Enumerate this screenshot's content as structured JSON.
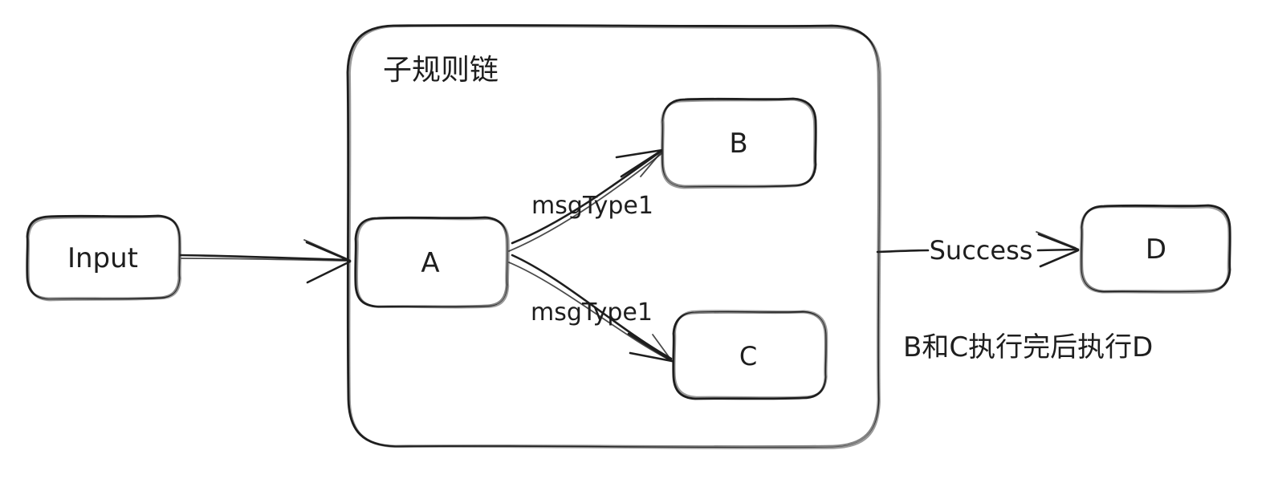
{
  "colors": {
    "stroke": "#1e1e1e",
    "background": "#ffffff"
  },
  "container": {
    "label": "子规则链"
  },
  "nodes": {
    "input": {
      "label": "Input"
    },
    "a": {
      "label": "A"
    },
    "b": {
      "label": "B"
    },
    "c": {
      "label": "C"
    },
    "d": {
      "label": "D"
    }
  },
  "edges": {
    "a_to_b": {
      "label": "msgType1"
    },
    "a_to_c": {
      "label": "msgType1"
    },
    "chain_to_d": {
      "label": "Success"
    }
  },
  "annotation": {
    "text": "B和C执行完后执行D"
  }
}
